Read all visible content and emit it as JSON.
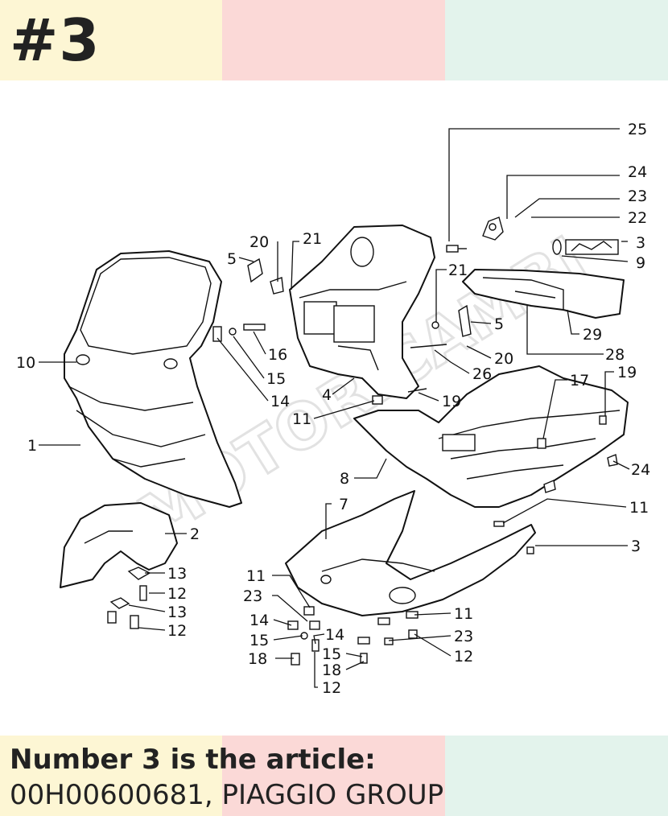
{
  "header": {
    "page_number": "#3"
  },
  "caption": {
    "line1": "Number 3 is the article:",
    "line2": "00H00600681, PIAGGIO GROUP"
  },
  "colors": {
    "band_left": "#fdf6d4",
    "band_middle": "#fbd9d7",
    "band_right": "#e3f3ec"
  },
  "watermark": {
    "text": "IMOTORICAMBI"
  },
  "callouts": [
    "25",
    "24",
    "23",
    "22",
    "3",
    "9",
    "20",
    "21",
    "5",
    "21",
    "5",
    "29",
    "28",
    "10",
    "16",
    "15",
    "14",
    "4",
    "26",
    "20",
    "19",
    "11",
    "17",
    "19",
    "1",
    "8",
    "24",
    "7",
    "11",
    "2",
    "3",
    "13",
    "12",
    "13",
    "12",
    "11",
    "23",
    "14",
    "14",
    "11",
    "15",
    "23",
    "15",
    "18",
    "12",
    "18",
    "12"
  ]
}
